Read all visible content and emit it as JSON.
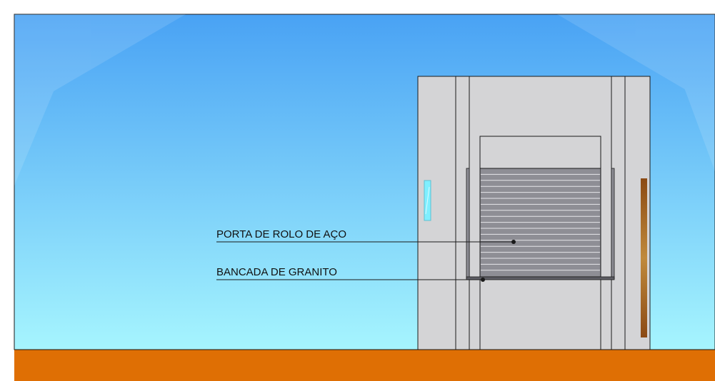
{
  "annotations": [
    {
      "id": "roller-door",
      "text": "PORTA DE ROLO DE AÇO"
    },
    {
      "id": "granite-counter",
      "text": "BANCADA DE GRANITO"
    }
  ],
  "colors": {
    "sky_top": "#49a2f4",
    "sky_bottom": "#a6f5fe",
    "ground": "#df6f04",
    "wall": "#d4d4d6",
    "roller_shutter": "#8e8e95",
    "window_glass": "#7fefff",
    "door_handle": "#a9691f",
    "outline": "#1a1a1a"
  }
}
